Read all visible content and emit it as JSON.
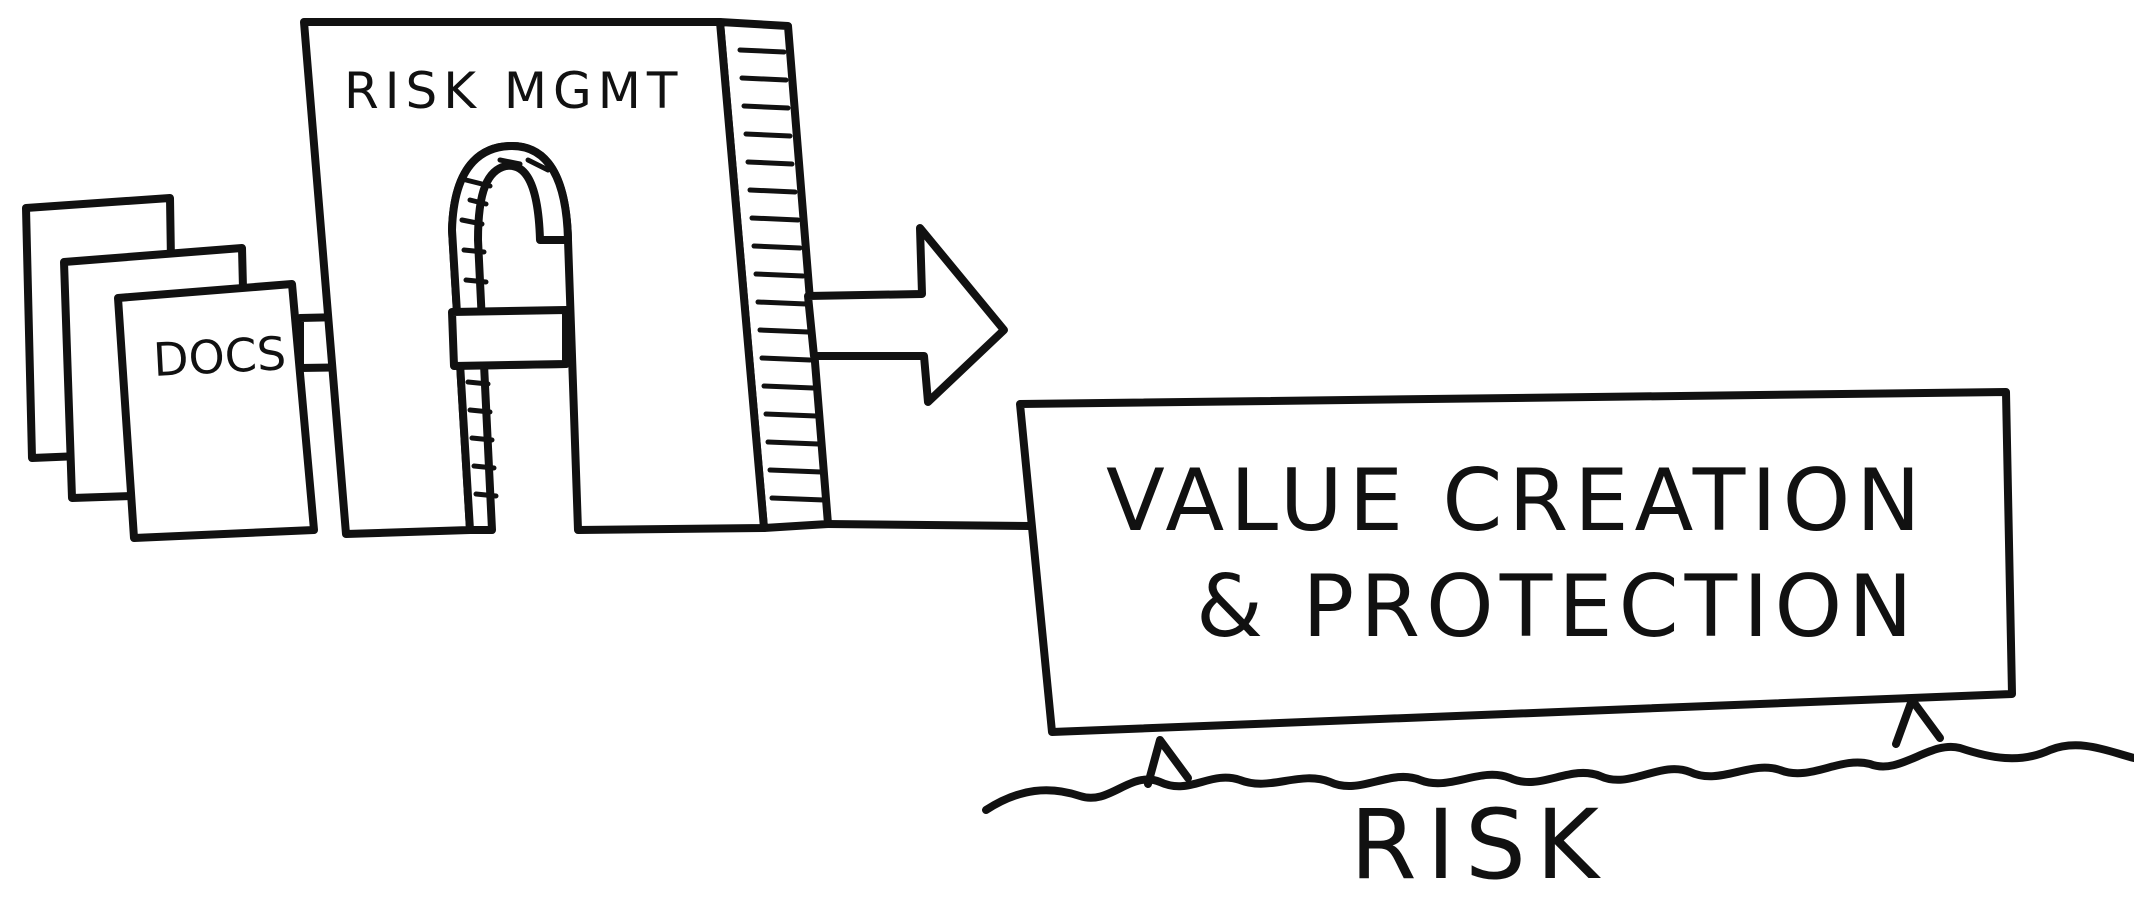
{
  "diagram": {
    "building_label": "RISK MGMT",
    "docs_label": "DOCS",
    "box_line1": "VALUE CREATION",
    "box_line2": "& PROTECTION",
    "water_label": "RISK"
  },
  "colors": {
    "ink": "#111111",
    "paper": "#ffffff"
  }
}
